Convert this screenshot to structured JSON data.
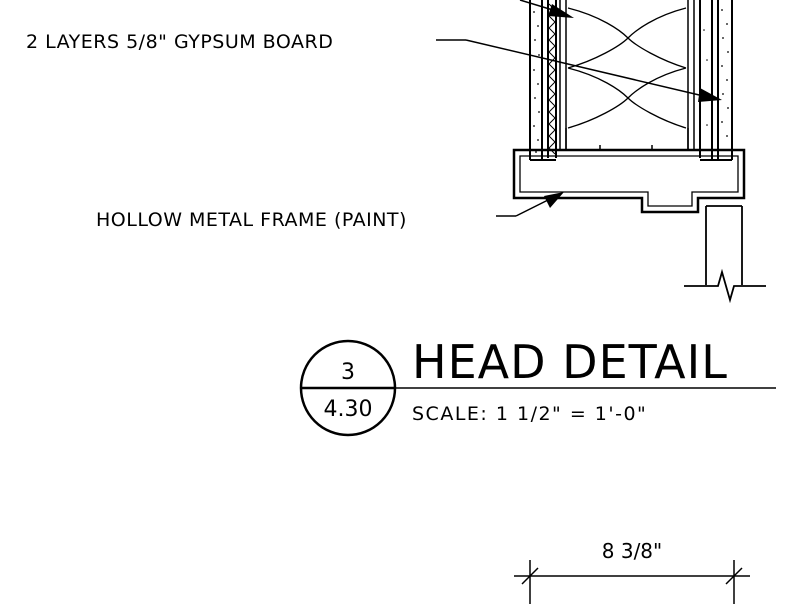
{
  "labels": {
    "gypsum_board": "2 LAYERS 5/8\" GYPSUM BOARD",
    "hollow_metal_frame": "HOLLOW METAL FRAME (PAINT)"
  },
  "detail": {
    "title": "HEAD DETAIL",
    "scale": "SCALE:  1  1/2\" = 1'-0\"",
    "number": "3",
    "sheet": "4.30"
  },
  "dimension": {
    "value": "8 3/8\""
  },
  "colors": {
    "line": "#000000",
    "background": "#ffffff"
  }
}
